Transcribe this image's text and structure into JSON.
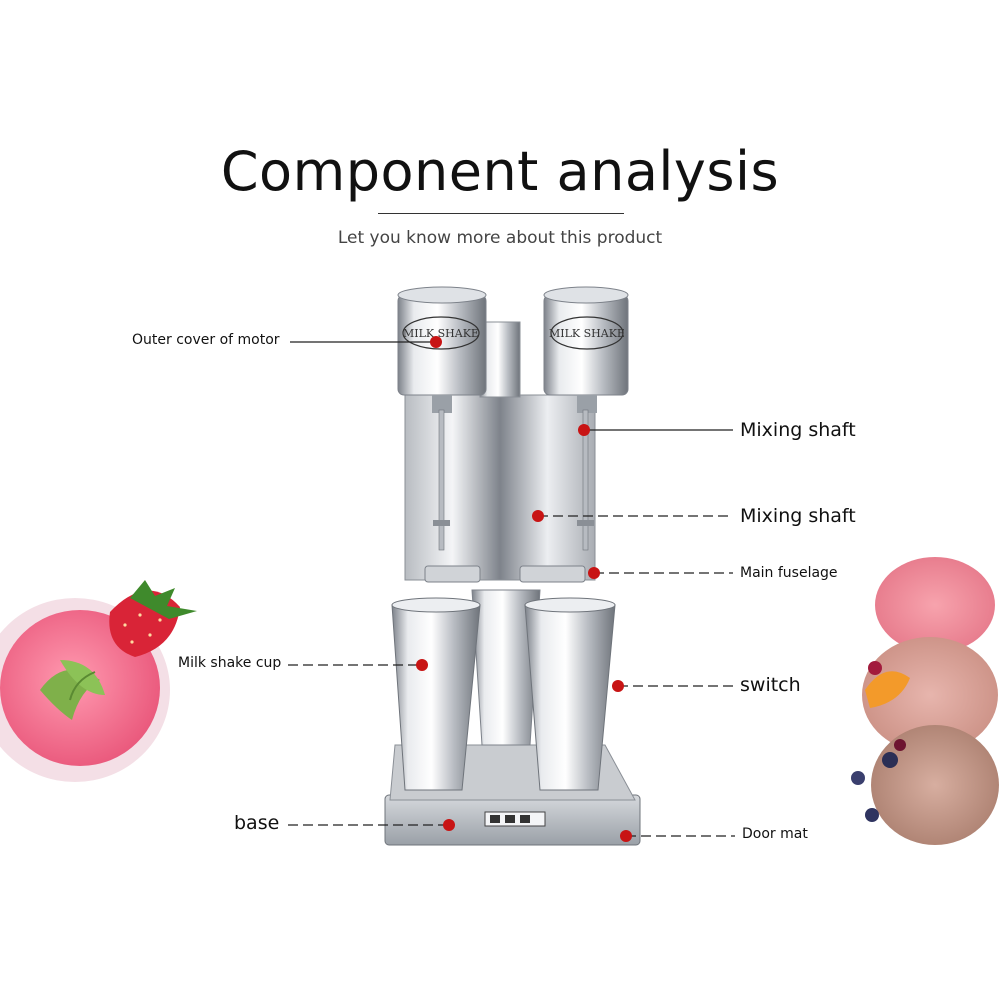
{
  "header": {
    "title": "Component analysis",
    "subtitle": "Let you know more about this product"
  },
  "product": {
    "cup_engraving": "MILK SHAKE"
  },
  "callouts": [
    {
      "id": "outer-cover-of-motor",
      "text": "Outer cover of motor"
    },
    {
      "id": "mixing-shaft-upper",
      "text": "Mixing shaft"
    },
    {
      "id": "mixing-shaft-lower",
      "text": "Mixing shaft"
    },
    {
      "id": "main-fuselage",
      "text": "Main fuselage"
    },
    {
      "id": "milk-shake-cup",
      "text": "Milk shake cup"
    },
    {
      "id": "switch",
      "text": "switch"
    },
    {
      "id": "base",
      "text": "base"
    },
    {
      "id": "door-mat",
      "text": "Door mat"
    }
  ],
  "colors": {
    "marker": "#c81414",
    "steel_light": "#f2f3f5",
    "steel_dark": "#8a8f96",
    "pink_drink": "#f06a8a",
    "strawberry": "#d92437",
    "mint": "#7fb04a"
  }
}
